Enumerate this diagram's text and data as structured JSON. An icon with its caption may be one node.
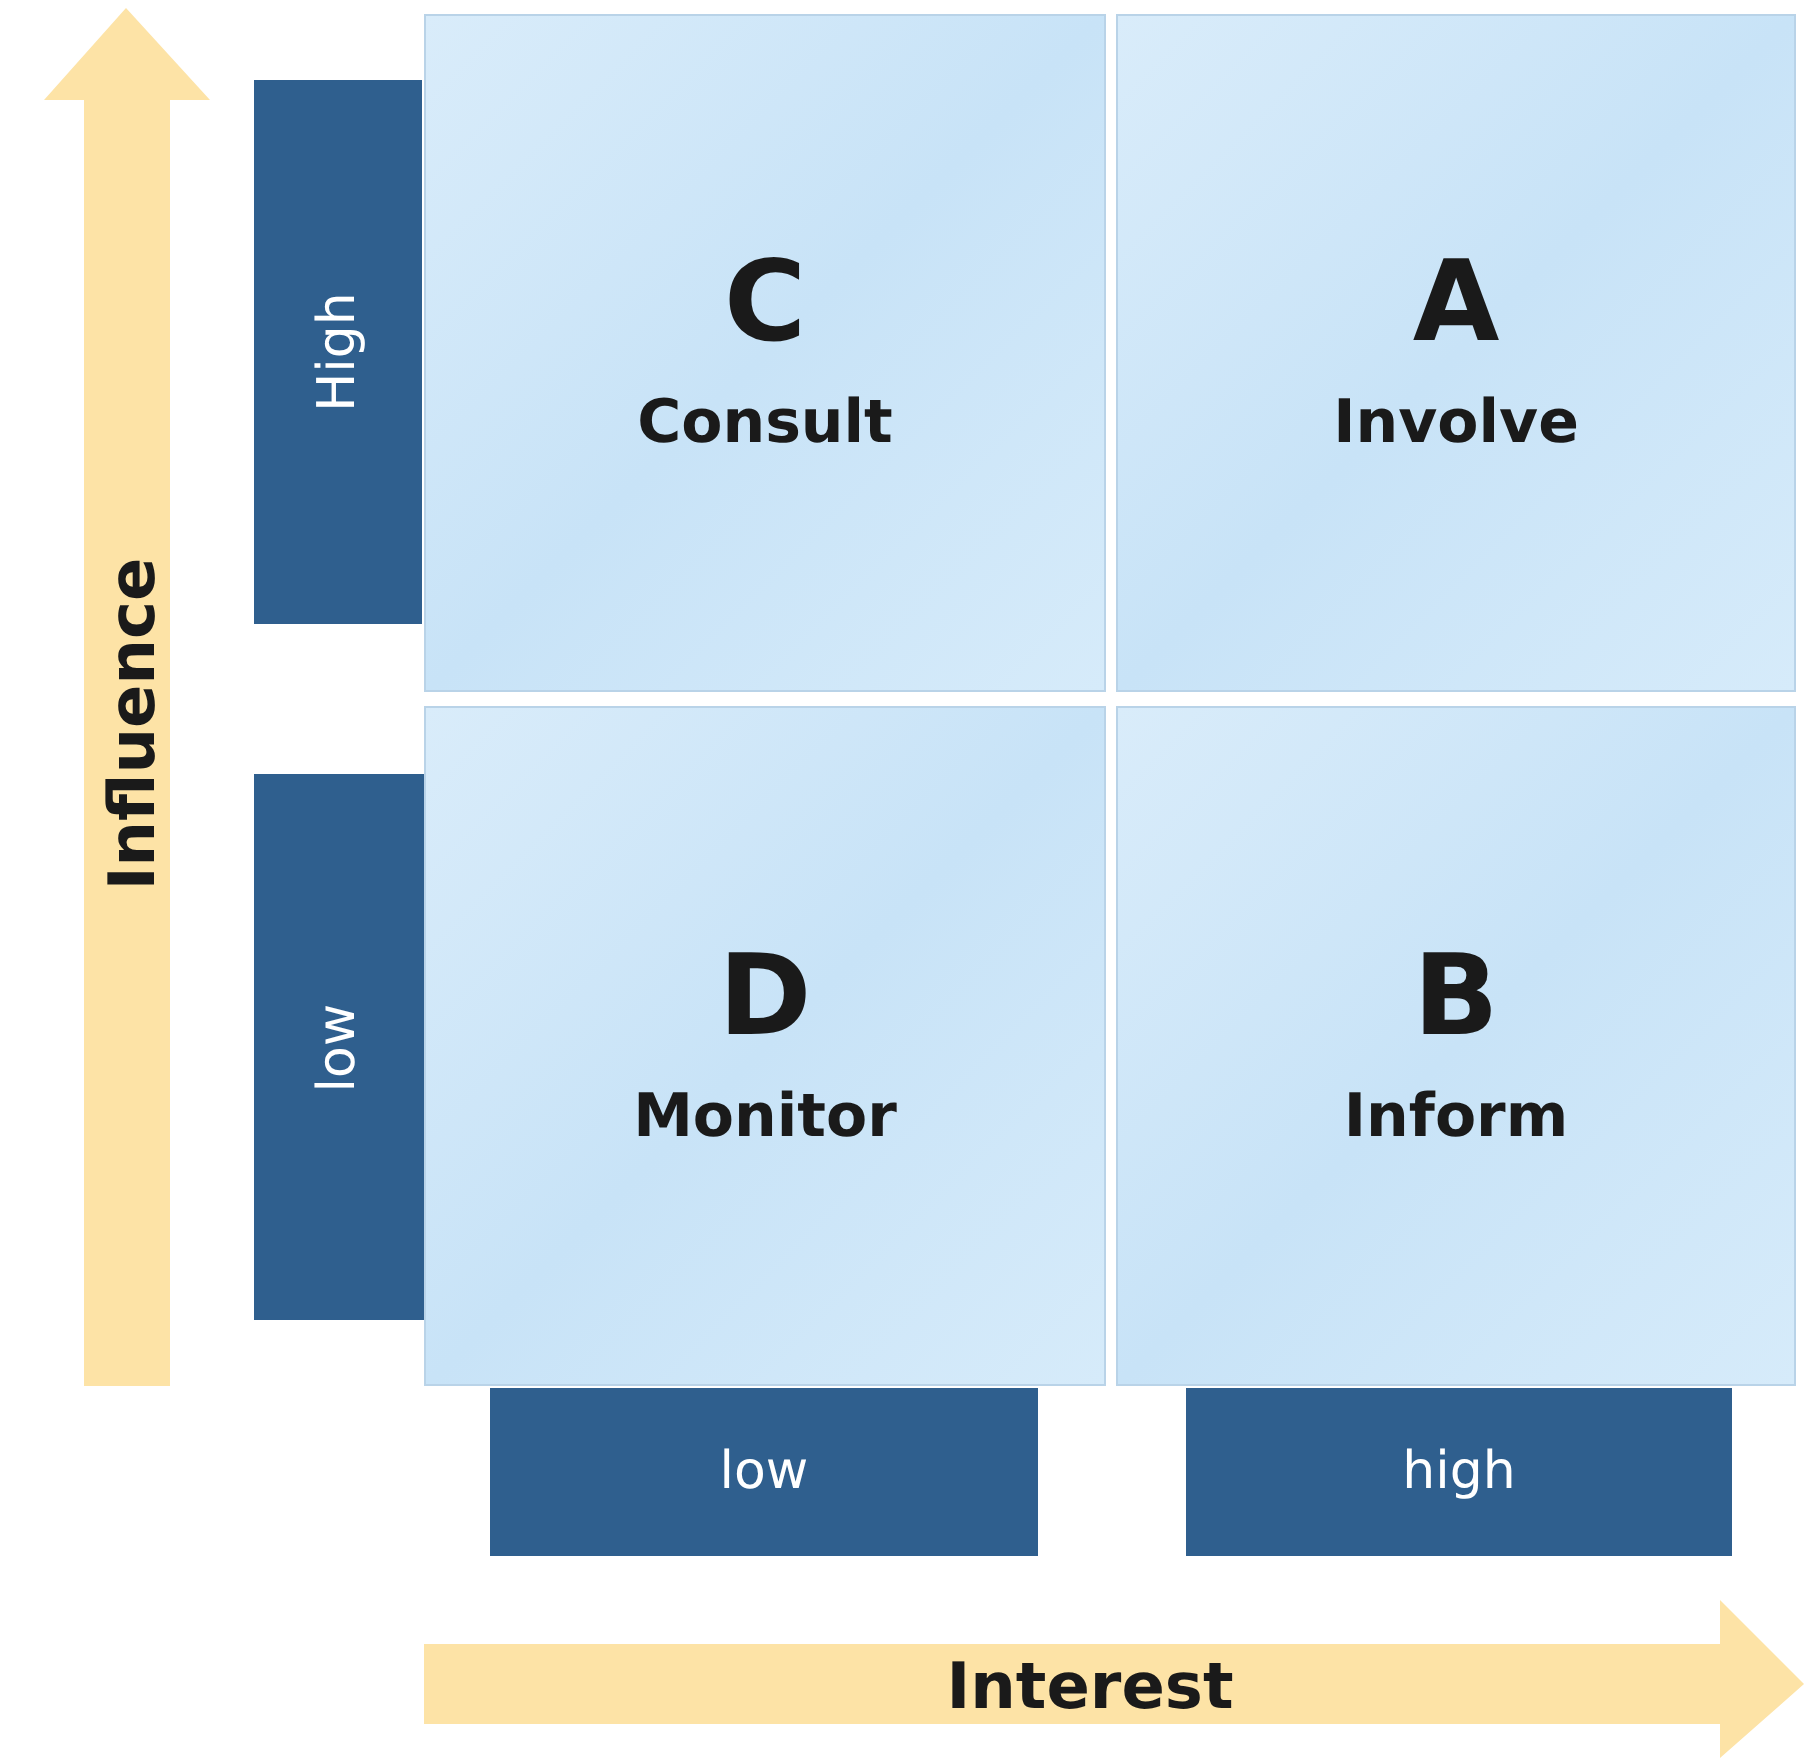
{
  "diagram": {
    "nodes": [
      {
        "text": [
          "High"
        ]
      },
      {
        "text": [
          "C",
          "Consult"
        ]
      },
      {
        "text": [
          "A",
          "Involve"
        ]
      },
      {
        "text": [
          "low"
        ]
      },
      {
        "text": [
          "D",
          "Monitor"
        ]
      },
      {
        "text": [
          "B",
          "Inform"
        ]
      },
      {
        "text": [
          "low"
        ]
      },
      {
        "text": [
          "high"
        ]
      }
    ],
    "edges": [],
    "labels": [
      "Influence",
      "Interest"
    ]
  }
}
